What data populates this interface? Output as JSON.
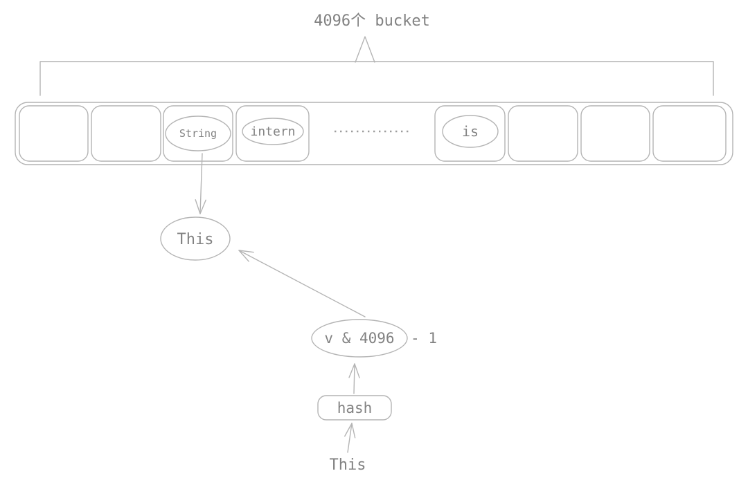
{
  "title": "4096个 bucket",
  "bucket_row": {
    "cells": [
      {
        "label": ""
      },
      {
        "label": ""
      },
      {
        "label": "String"
      },
      {
        "label": "intern"
      },
      {
        "label": "is"
      },
      {
        "label": ""
      },
      {
        "label": ""
      },
      {
        "label": ""
      }
    ],
    "ellipsis": "dotted-gap"
  },
  "flow": {
    "bucket_entry": "This",
    "index_expr_in_ellipse": "v & 4096",
    "index_expr_suffix": "- 1",
    "hash_box": "hash",
    "input_string": "This"
  },
  "colors": {
    "line": "#b4b4b4",
    "text": "#828282",
    "background": "#ffffff"
  }
}
